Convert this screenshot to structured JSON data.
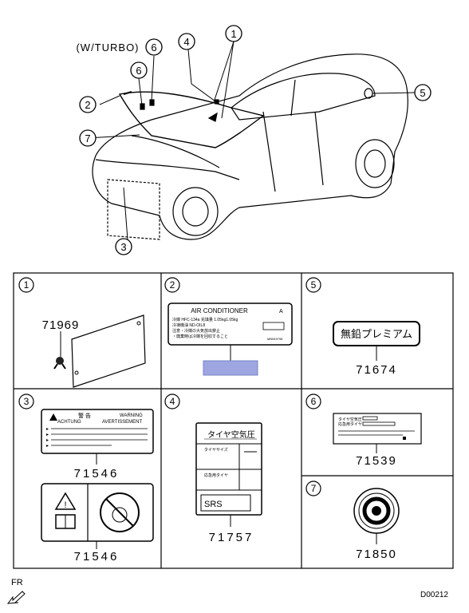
{
  "header": {
    "variant_label": "(W/TURBO)"
  },
  "callouts": [
    "1",
    "2",
    "3",
    "4",
    "5",
    "6",
    "6",
    "7"
  ],
  "table": {
    "cells": [
      {
        "index": "1",
        "part_number": "71969"
      },
      {
        "index": "2",
        "part_number": ""
      },
      {
        "index": "5",
        "part_number": "71674"
      },
      {
        "index": "3",
        "part_number": "71546",
        "part_number_2": "71546"
      },
      {
        "index": "4",
        "part_number": "71757"
      },
      {
        "index": "6",
        "part_number": "71539"
      },
      {
        "index": "7",
        "part_number": "71850"
      }
    ]
  },
  "labels": {
    "aircon": {
      "title": "AIR CONDITIONER",
      "tag": "A",
      "row1": "冷媒 HFC-134a    充填量 1.05kg1.05kg",
      "row2": "冷凍機油 ND-OIL8",
      "row3": "注意・冷媒の大気放出禁止",
      "row4": "・廃棄時は冷媒を回収すること",
      "code": "MB949798"
    },
    "premium": {
      "text": "無鉛プレミアム"
    },
    "warning": {
      "left_head": "警 告",
      "right_head": "WARNING",
      "sub_left": "ACHTUNG",
      "sub_right": "AVERTISSEMENT"
    },
    "tire": {
      "title": "タイヤ空気圧",
      "row1": "タイヤサイズ",
      "row2": "応急用タイヤ",
      "srs": "SRS"
    },
    "label6": {
      "row1": "タイヤ空気圧",
      "row2": "応急用タイヤ"
    }
  },
  "footer": {
    "direction_label": "FR",
    "diagram_code": "D00212"
  },
  "colors": {
    "line": "#000000",
    "highlight": "#9da6e0"
  }
}
